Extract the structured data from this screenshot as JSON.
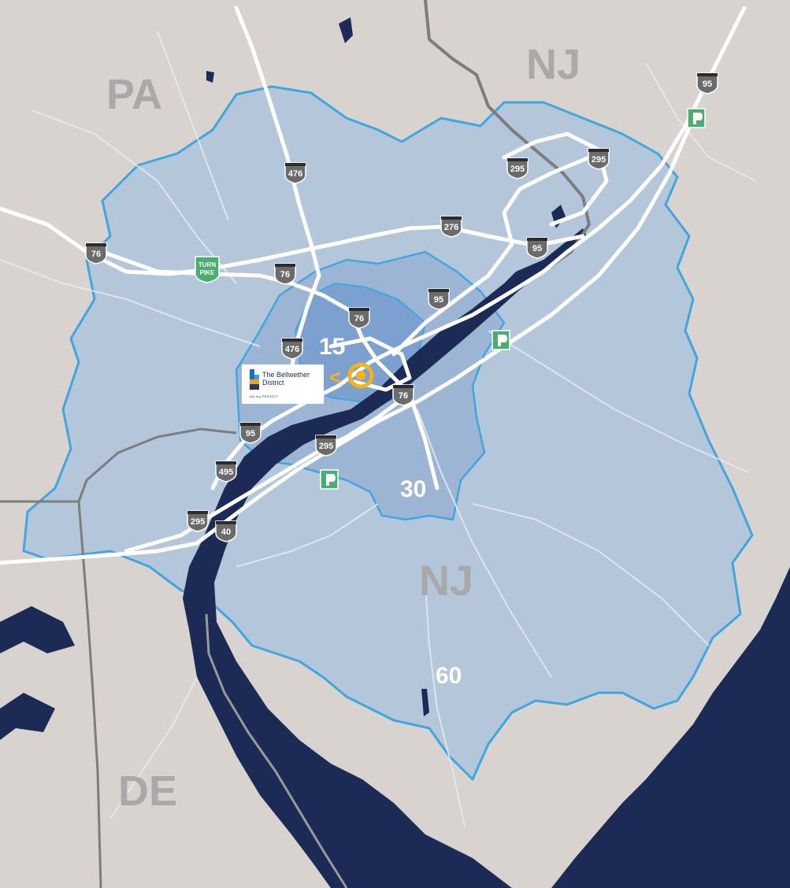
{
  "state_labels": {
    "pa": "PA",
    "nj_north": "NJ",
    "nj_south": "NJ",
    "de": "DE"
  },
  "drive_time_labels": {
    "t15": "15",
    "t30": "30",
    "t60": "60"
  },
  "destination": {
    "logo_line1": "The Bellwether",
    "logo_line2": "District",
    "logo_tagline": "AN hrp PROJECT",
    "pointer": "<"
  },
  "interstates": {
    "i476_north": "476",
    "i276": "276",
    "i295_ne_a": "295",
    "i295_ne_b": "295",
    "i95_ne": "95",
    "i95_far_ne": "95",
    "i76_west": "76",
    "i76_mid": "76",
    "i95_mid": "95",
    "i76_center": "76",
    "i476_south": "476",
    "i76_east": "76",
    "i95_sw": "95",
    "i295_sw": "295",
    "i495": "495",
    "i295_bottom": "295",
    "i40": "40"
  },
  "turnpike": {
    "line1": "TURN",
    "line2": "PIKE"
  },
  "icon_names": [
    "pa-turnpike-icon",
    "nj-turnpike-icon",
    "destination-marker-icon",
    "bellwether-logo-icon"
  ],
  "colors": {
    "land": "#d8d3cf",
    "zone60": "#b3c6da",
    "zone30": "#9db5d4",
    "zone15": "#7ca0cf",
    "boundary": "#3fa6e0",
    "water": "#1c2b55",
    "highway": "#ffffff",
    "interstate_shield": "#6b6b6b",
    "turnpike": "#4cae6e",
    "marker": "#f6b21b"
  }
}
